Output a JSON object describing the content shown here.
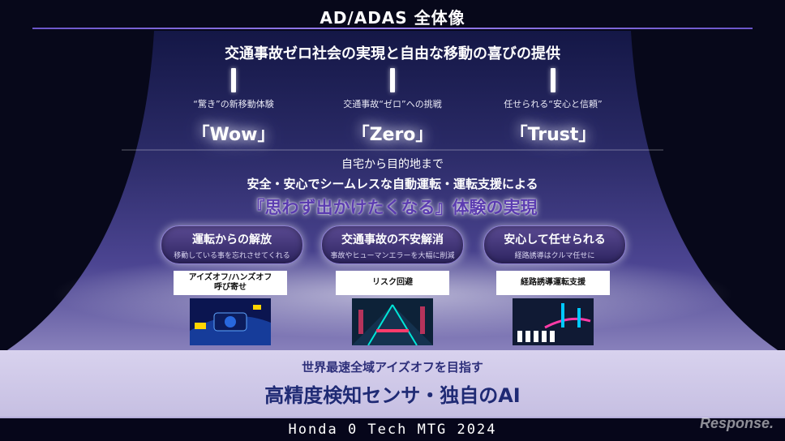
{
  "header": {
    "title": "AD/ADAS 全体像"
  },
  "mission": "交通事故ゼロ社会の実現と自由な移動の喜びの提供",
  "pillars": [
    {
      "subtitle": "“驚き”の新移動体験",
      "word": "「Wow」"
    },
    {
      "subtitle": "交通事故“ゼロ”への挑戦",
      "word": "「Zero」"
    },
    {
      "subtitle": "任せられる“安心と信頼”",
      "word": "「Trust」"
    }
  ],
  "vision": {
    "line1": "自宅から目的地まで",
    "line2": "安全・安心でシームレスな自動運転・運転支援による",
    "line3": "『思わず出かけたくなる』体験の実現"
  },
  "values": [
    {
      "title": "運転からの解放",
      "note": "移動している事を忘れさせてくれる"
    },
    {
      "title": "交通事故の不安解消",
      "note": "事故やヒューマンエラーを大幅に削減"
    },
    {
      "title": "安心して任せられる",
      "note": "経路誘導はクルマ任せに"
    }
  ],
  "features": [
    {
      "line1": "アイズオフ/ハンズオフ",
      "line2": "呼び寄せ"
    },
    {
      "line1": "リスク回避",
      "line2": ""
    },
    {
      "line1": "経路誘導運転支援",
      "line2": ""
    }
  ],
  "foundation": {
    "line1": "世界最速全域アイズオフを目指す",
    "line2": "高精度検知センサ・独自のAI"
  },
  "footer": {
    "text": "Honda 0 Tech MTG 2024"
  },
  "watermark": "Response.",
  "colors": {
    "accent": "#6b56c9",
    "pill": "#3b2f74",
    "foundation_text": "#1f2a74"
  }
}
